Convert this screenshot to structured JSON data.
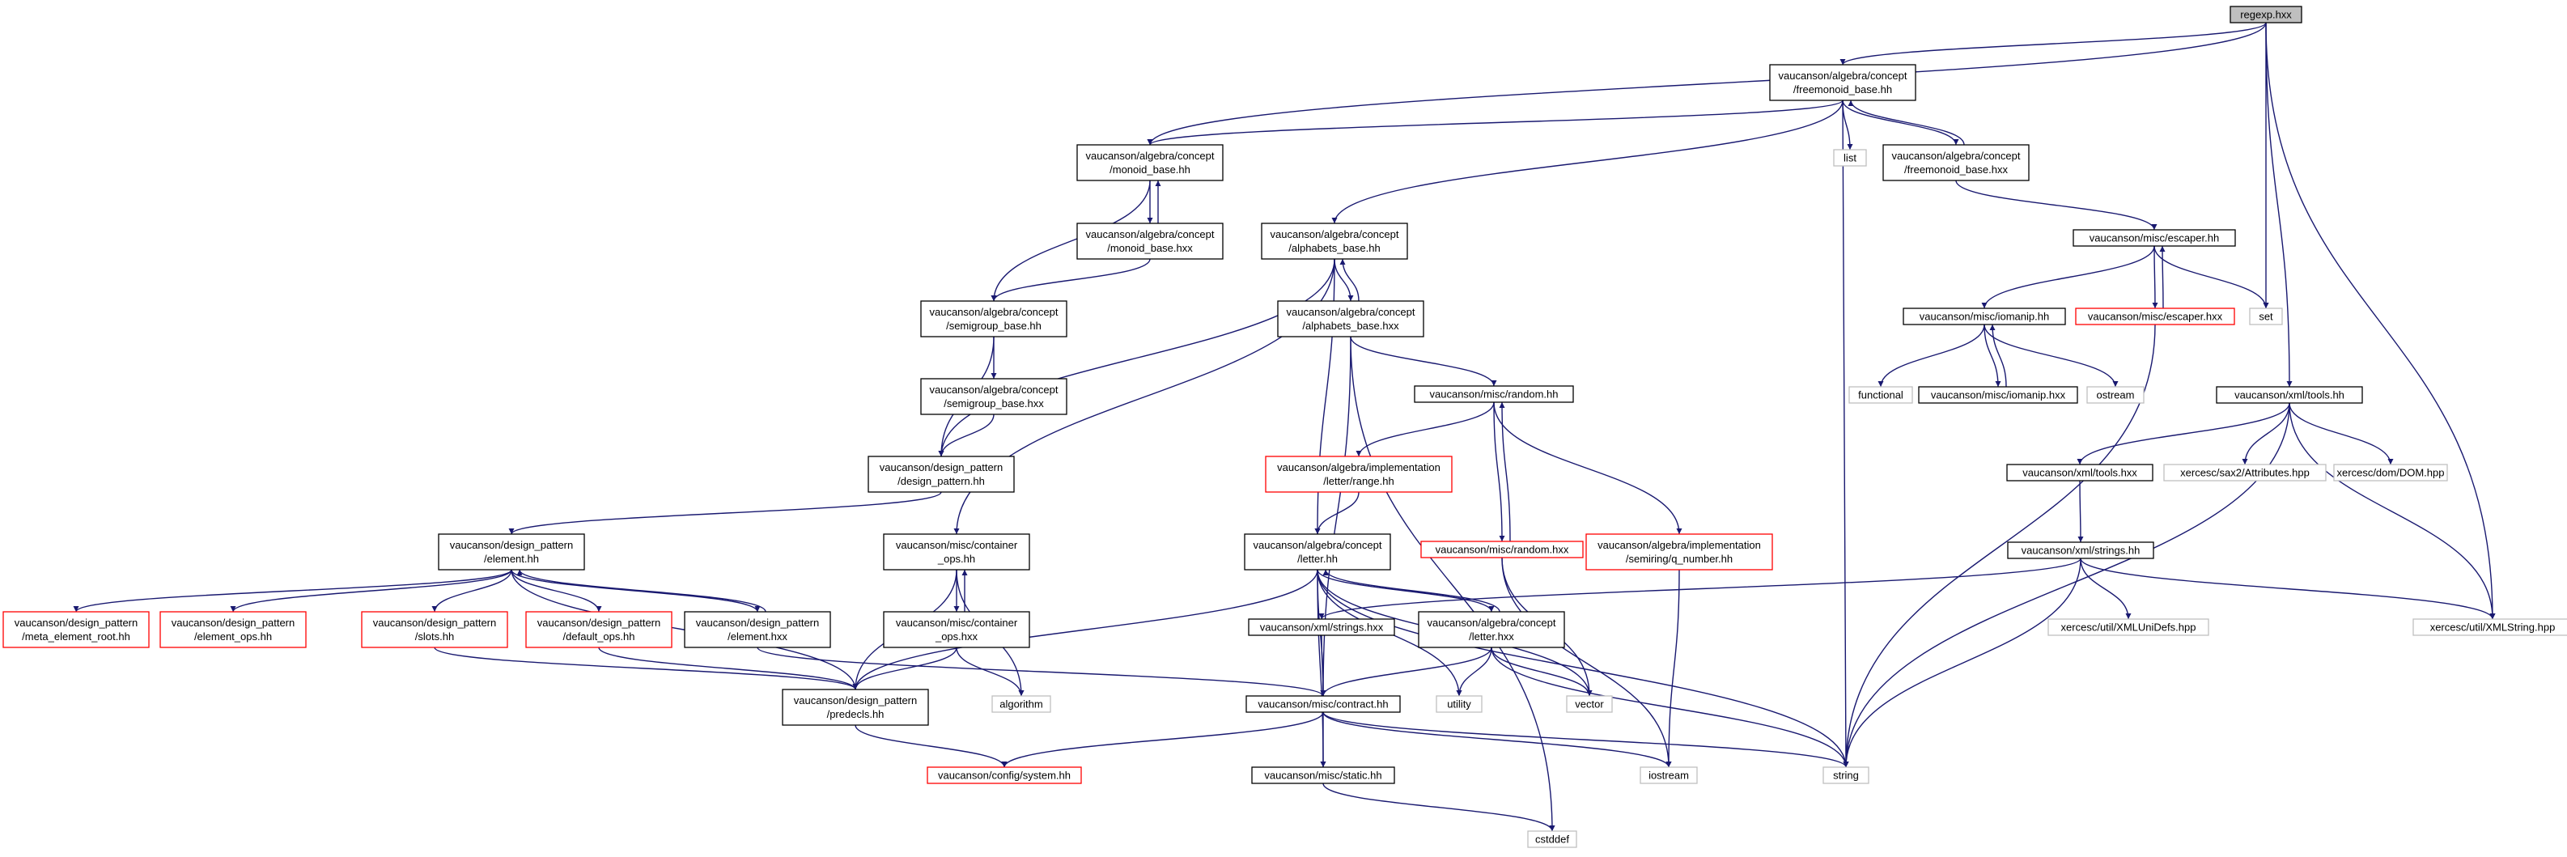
{
  "diagram": {
    "colors": {
      "edge": "#191970",
      "node_default": "#000000",
      "node_incomplete": "#ff0000",
      "node_external": "#bfbfbf",
      "node_root_fill": "#bfbfbf"
    },
    "nodes": [
      {
        "id": "regexp_hxx",
        "lines": [
          "regexp.hxx"
        ],
        "style": "root"
      },
      {
        "id": "freemonoid_base_hh",
        "lines": [
          "vaucanson/algebra/concept",
          "/freemonoid_base.hh"
        ],
        "style": "default"
      },
      {
        "id": "monoid_base_hh",
        "lines": [
          "vaucanson/algebra/concept",
          "/monoid_base.hh"
        ],
        "style": "default"
      },
      {
        "id": "list",
        "lines": [
          "list"
        ],
        "style": "external"
      },
      {
        "id": "freemonoid_base_hxx",
        "lines": [
          "vaucanson/algebra/concept",
          "/freemonoid_base.hxx"
        ],
        "style": "default"
      },
      {
        "id": "monoid_base_hxx",
        "lines": [
          "vaucanson/algebra/concept",
          "/monoid_base.hxx"
        ],
        "style": "default"
      },
      {
        "id": "alphabets_base_hh",
        "lines": [
          "vaucanson/algebra/concept",
          "/alphabets_base.hh"
        ],
        "style": "default"
      },
      {
        "id": "escaper_hh",
        "lines": [
          "vaucanson/misc/escaper.hh"
        ],
        "style": "default"
      },
      {
        "id": "semigroup_base_hh",
        "lines": [
          "vaucanson/algebra/concept",
          "/semigroup_base.hh"
        ],
        "style": "default"
      },
      {
        "id": "alphabets_base_hxx",
        "lines": [
          "vaucanson/algebra/concept",
          "/alphabets_base.hxx"
        ],
        "style": "default"
      },
      {
        "id": "iomanip_hh",
        "lines": [
          "vaucanson/misc/iomanip.hh"
        ],
        "style": "default"
      },
      {
        "id": "escaper_hxx",
        "lines": [
          "vaucanson/misc/escaper.hxx"
        ],
        "style": "incomplete"
      },
      {
        "id": "set",
        "lines": [
          "set"
        ],
        "style": "external"
      },
      {
        "id": "semigroup_base_hxx",
        "lines": [
          "vaucanson/algebra/concept",
          "/semigroup_base.hxx"
        ],
        "style": "default"
      },
      {
        "id": "functional",
        "lines": [
          "functional"
        ],
        "style": "external"
      },
      {
        "id": "iomanip_hxx",
        "lines": [
          "vaucanson/misc/iomanip.hxx"
        ],
        "style": "default"
      },
      {
        "id": "ostream",
        "lines": [
          "ostream"
        ],
        "style": "external"
      },
      {
        "id": "xml_tools_hh",
        "lines": [
          "vaucanson/xml/tools.hh"
        ],
        "style": "default"
      },
      {
        "id": "random_hh",
        "lines": [
          "vaucanson/misc/random.hh"
        ],
        "style": "default"
      },
      {
        "id": "design_pattern_hh",
        "lines": [
          "vaucanson/design_pattern",
          "/design_pattern.hh"
        ],
        "style": "default"
      },
      {
        "id": "range_hh",
        "lines": [
          "vaucanson/algebra/implementation",
          "/letter/range.hh"
        ],
        "style": "incomplete"
      },
      {
        "id": "xml_tools_hxx",
        "lines": [
          "vaucanson/xml/tools.hxx"
        ],
        "style": "default"
      },
      {
        "id": "attributes_hpp",
        "lines": [
          "xercesc/sax2/Attributes.hpp"
        ],
        "style": "external"
      },
      {
        "id": "dom_hpp",
        "lines": [
          "xercesc/dom/DOM.hpp"
        ],
        "style": "external"
      },
      {
        "id": "element_hh",
        "lines": [
          "vaucanson/design_pattern",
          "/element.hh"
        ],
        "style": "default"
      },
      {
        "id": "container_ops_hh",
        "lines": [
          "vaucanson/misc/container",
          "_ops.hh"
        ],
        "style": "default"
      },
      {
        "id": "letter_hh",
        "lines": [
          "vaucanson/algebra/concept",
          "/letter.hh"
        ],
        "style": "default"
      },
      {
        "id": "random_hxx",
        "lines": [
          "vaucanson/misc/random.hxx"
        ],
        "style": "incomplete"
      },
      {
        "id": "q_number_hh",
        "lines": [
          "vaucanson/algebra/implementation",
          "/semiring/q_number.hh"
        ],
        "style": "incomplete"
      },
      {
        "id": "xml_strings_hh",
        "lines": [
          "vaucanson/xml/strings.hh"
        ],
        "style": "default"
      },
      {
        "id": "meta_element_root_hh",
        "lines": [
          "vaucanson/design_pattern",
          "/meta_element_root.hh"
        ],
        "style": "incomplete"
      },
      {
        "id": "element_ops_hh",
        "lines": [
          "vaucanson/design_pattern",
          "/element_ops.hh"
        ],
        "style": "incomplete"
      },
      {
        "id": "slots_hh",
        "lines": [
          "vaucanson/design_pattern",
          "/slots.hh"
        ],
        "style": "incomplete"
      },
      {
        "id": "default_ops_hh",
        "lines": [
          "vaucanson/design_pattern",
          "/default_ops.hh"
        ],
        "style": "incomplete"
      },
      {
        "id": "element_hxx",
        "lines": [
          "vaucanson/design_pattern",
          "/element.hxx"
        ],
        "style": "default"
      },
      {
        "id": "container_ops_hxx",
        "lines": [
          "vaucanson/misc/container",
          "_ops.hxx"
        ],
        "style": "default"
      },
      {
        "id": "xml_strings_hxx",
        "lines": [
          "vaucanson/xml/strings.hxx"
        ],
        "style": "default"
      },
      {
        "id": "letter_hxx",
        "lines": [
          "vaucanson/algebra/concept",
          "/letter.hxx"
        ],
        "style": "default"
      },
      {
        "id": "xmlunidefs_hpp",
        "lines": [
          "xercesc/util/XMLUniDefs.hpp"
        ],
        "style": "external"
      },
      {
        "id": "xmlstring_hpp",
        "lines": [
          "xercesc/util/XMLString.hpp"
        ],
        "style": "external"
      },
      {
        "id": "predecls_hh",
        "lines": [
          "vaucanson/design_pattern",
          "/predecls.hh"
        ],
        "style": "default"
      },
      {
        "id": "algorithm",
        "lines": [
          "algorithm"
        ],
        "style": "external"
      },
      {
        "id": "contract_hh",
        "lines": [
          "vaucanson/misc/contract.hh"
        ],
        "style": "default"
      },
      {
        "id": "utility",
        "lines": [
          "utility"
        ],
        "style": "external"
      },
      {
        "id": "vector",
        "lines": [
          "vector"
        ],
        "style": "external"
      },
      {
        "id": "system_hh",
        "lines": [
          "vaucanson/config/system.hh"
        ],
        "style": "incomplete"
      },
      {
        "id": "static_hh",
        "lines": [
          "vaucanson/misc/static.hh"
        ],
        "style": "default"
      },
      {
        "id": "iostream",
        "lines": [
          "iostream"
        ],
        "style": "external"
      },
      {
        "id": "string",
        "lines": [
          "string"
        ],
        "style": "external"
      },
      {
        "id": "cstddef",
        "lines": [
          "cstddef"
        ],
        "style": "external"
      }
    ],
    "edges": [
      [
        "regexp_hxx",
        "freemonoid_base_hh"
      ],
      [
        "regexp_hxx",
        "monoid_base_hh"
      ],
      [
        "regexp_hxx",
        "set"
      ],
      [
        "regexp_hxx",
        "xml_tools_hh"
      ],
      [
        "regexp_hxx",
        "xmlstring_hpp"
      ],
      [
        "freemonoid_base_hh",
        "monoid_base_hh"
      ],
      [
        "freemonoid_base_hh",
        "list"
      ],
      [
        "freemonoid_base_hh",
        "freemonoid_base_hxx"
      ],
      [
        "freemonoid_base_hh",
        "alphabets_base_hh"
      ],
      [
        "freemonoid_base_hh",
        "string"
      ],
      [
        "freemonoid_base_hxx",
        "freemonoid_base_hh"
      ],
      [
        "freemonoid_base_hxx",
        "escaper_hh"
      ],
      [
        "monoid_base_hh",
        "monoid_base_hxx"
      ],
      [
        "monoid_base_hh",
        "semigroup_base_hh"
      ],
      [
        "monoid_base_hxx",
        "monoid_base_hh"
      ],
      [
        "monoid_base_hxx",
        "semigroup_base_hh"
      ],
      [
        "semigroup_base_hh",
        "semigroup_base_hxx"
      ],
      [
        "semigroup_base_hh",
        "design_pattern_hh"
      ],
      [
        "semigroup_base_hxx",
        "design_pattern_hh"
      ],
      [
        "alphabets_base_hh",
        "alphabets_base_hxx"
      ],
      [
        "alphabets_base_hh",
        "design_pattern_hh"
      ],
      [
        "alphabets_base_hh",
        "container_ops_hh"
      ],
      [
        "alphabets_base_hh",
        "letter_hh"
      ],
      [
        "alphabets_base_hxx",
        "alphabets_base_hh"
      ],
      [
        "alphabets_base_hxx",
        "random_hh"
      ],
      [
        "alphabets_base_hxx",
        "contract_hh"
      ],
      [
        "alphabets_base_hxx",
        "cstddef"
      ],
      [
        "escaper_hh",
        "iomanip_hh"
      ],
      [
        "escaper_hh",
        "escaper_hxx"
      ],
      [
        "escaper_hh",
        "set"
      ],
      [
        "escaper_hxx",
        "escaper_hh"
      ],
      [
        "escaper_hxx",
        "string"
      ],
      [
        "iomanip_hh",
        "functional"
      ],
      [
        "iomanip_hh",
        "iomanip_hxx"
      ],
      [
        "iomanip_hh",
        "ostream"
      ],
      [
        "iomanip_hxx",
        "iomanip_hh"
      ],
      [
        "xml_tools_hh",
        "xml_tools_hxx"
      ],
      [
        "xml_tools_hh",
        "attributes_hpp"
      ],
      [
        "xml_tools_hh",
        "dom_hpp"
      ],
      [
        "xml_tools_hh",
        "xmlstring_hpp"
      ],
      [
        "xml_tools_hh",
        "string"
      ],
      [
        "xml_tools_hxx",
        "xml_strings_hh"
      ],
      [
        "xml_strings_hh",
        "xml_strings_hxx"
      ],
      [
        "xml_strings_hh",
        "xmlunidefs_hpp"
      ],
      [
        "xml_strings_hh",
        "xmlstring_hpp"
      ],
      [
        "xml_strings_hh",
        "string"
      ],
      [
        "xml_strings_hxx",
        "contract_hh"
      ],
      [
        "random_hh",
        "range_hh"
      ],
      [
        "random_hh",
        "random_hxx"
      ],
      [
        "random_hh",
        "q_number_hh"
      ],
      [
        "random_hxx",
        "random_hh"
      ],
      [
        "random_hxx",
        "vector"
      ],
      [
        "random_hxx",
        "iostream"
      ],
      [
        "range_hh",
        "letter_hh"
      ],
      [
        "q_number_hh",
        "iostream"
      ],
      [
        "design_pattern_hh",
        "element_hh"
      ],
      [
        "element_hh",
        "meta_element_root_hh"
      ],
      [
        "element_hh",
        "element_ops_hh"
      ],
      [
        "element_hh",
        "slots_hh"
      ],
      [
        "element_hh",
        "default_ops_hh"
      ],
      [
        "element_hh",
        "element_hxx"
      ],
      [
        "element_hh",
        "predecls_hh"
      ],
      [
        "element_hxx",
        "element_hh"
      ],
      [
        "element_hxx",
        "contract_hh"
      ],
      [
        "slots_hh",
        "predecls_hh"
      ],
      [
        "default_ops_hh",
        "predecls_hh"
      ],
      [
        "container_ops_hh",
        "container_ops_hxx"
      ],
      [
        "container_ops_hh",
        "predecls_hh"
      ],
      [
        "container_ops_hh",
        "algorithm"
      ],
      [
        "container_ops_hxx",
        "container_ops_hh"
      ],
      [
        "container_ops_hxx",
        "predecls_hh"
      ],
      [
        "container_ops_hxx",
        "algorithm"
      ],
      [
        "letter_hh",
        "letter_hxx"
      ],
      [
        "letter_hh",
        "predecls_hh"
      ],
      [
        "letter_hh",
        "utility"
      ],
      [
        "letter_hh",
        "vector"
      ],
      [
        "letter_hh",
        "string"
      ],
      [
        "letter_hh",
        "static_hh"
      ],
      [
        "letter_hh",
        "contract_hh"
      ],
      [
        "letter_hxx",
        "letter_hh"
      ],
      [
        "letter_hxx",
        "contract_hh"
      ],
      [
        "letter_hxx",
        "utility"
      ],
      [
        "letter_hxx",
        "vector"
      ],
      [
        "letter_hxx",
        "string"
      ],
      [
        "predecls_hh",
        "system_hh"
      ],
      [
        "contract_hh",
        "system_hh"
      ],
      [
        "contract_hh",
        "static_hh"
      ],
      [
        "contract_hh",
        "iostream"
      ],
      [
        "contract_hh",
        "string"
      ],
      [
        "static_hh",
        "cstddef"
      ]
    ]
  }
}
